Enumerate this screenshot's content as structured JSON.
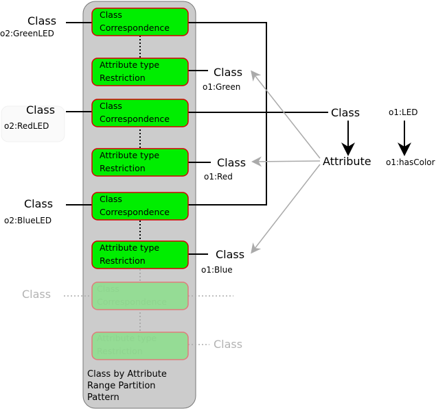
{
  "colors": {
    "node_fill": "#00ee00",
    "node_stroke": "#d40000",
    "faded_fill": "#95dc95",
    "faded_stroke": "#e07b7b",
    "panel_fill": "#cccccc",
    "panel_stroke": "#777777",
    "gray_line": "#aaaaaa"
  },
  "labels": {
    "class": "Class",
    "attribute": "Attribute",
    "class_correspondence_1": "Class",
    "class_correspondence_2": "Correspondence",
    "attribute_restriction_1": "Attribute type",
    "attribute_restriction_2": "Restriction"
  },
  "left_classes": [
    {
      "label": "Class",
      "entity": "o2:GreenLED"
    },
    {
      "label": "Class",
      "entity": "o2:RedLED"
    },
    {
      "label": "Class",
      "entity": "o2:BlueLED"
    }
  ],
  "right_classes": [
    {
      "label": "Class",
      "entity": "o1:Green"
    },
    {
      "label": "Class",
      "entity": "o1:Red"
    },
    {
      "label": "Class",
      "entity": "o1:Blue"
    }
  ],
  "right_side": {
    "class_label": "Class",
    "attribute_label": "Attribute",
    "led_entity": "o1:LED",
    "hascolor_entity": "o1:hasColor"
  },
  "faded": {
    "left_class": "Class",
    "right_class": "Class"
  },
  "panel_caption": [
    "Class by Attribute",
    "Range Partition",
    "Pattern"
  ]
}
